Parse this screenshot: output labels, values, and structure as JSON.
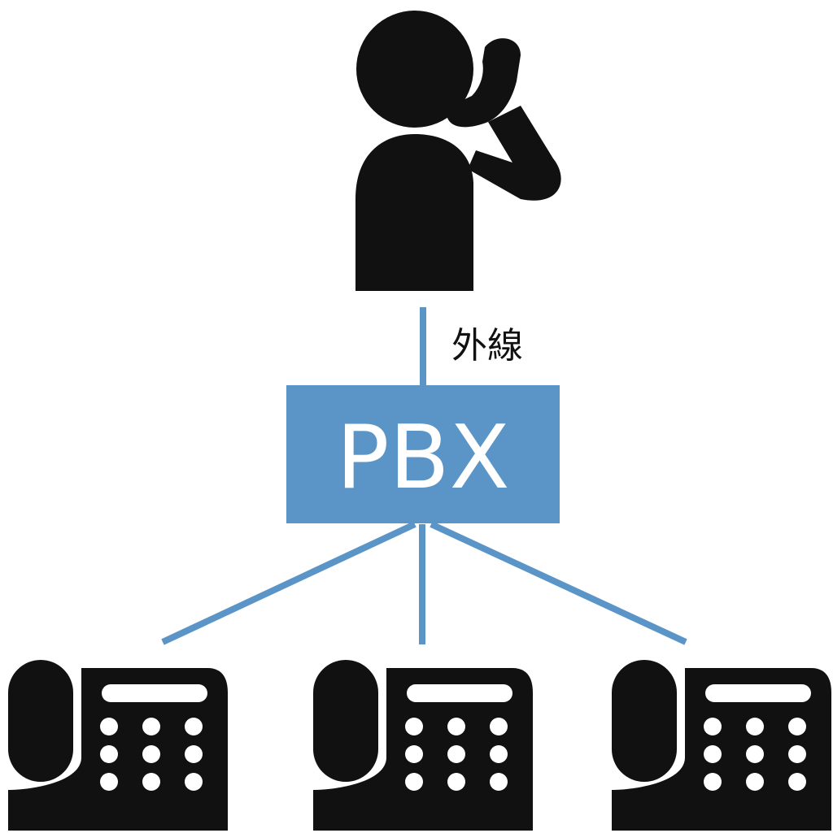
{
  "external_line_label": "外線",
  "pbx": {
    "label": "PBX"
  },
  "phones": [
    {
      "keys": 9
    },
    {
      "keys": 9
    },
    {
      "keys": 9
    }
  ],
  "colors": {
    "connector": "#5b95c8",
    "pbx_box": "#5b95c8",
    "pbx_text": "#ffffff",
    "icon": "#111111",
    "background": "#ffffff"
  },
  "icons": {
    "caller": "person-on-phone-icon",
    "phone": "desk-phone-icon"
  }
}
